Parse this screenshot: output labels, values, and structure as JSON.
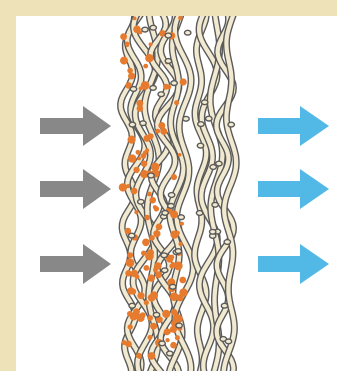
{
  "figure": {
    "description_free": true,
    "colors": {
      "frame": "#ede2b8",
      "panel": "#ffffff",
      "inflow_arrow": "#888888",
      "outflow_arrow": "#52b8e6",
      "fiber_fill": "#f2ead0",
      "fiber_outline": "#5a5a5a",
      "particle": "#e67a2e"
    },
    "icons": [
      "arrow-right-icon",
      "arrow-right-icon",
      "arrow-right-icon"
    ],
    "inflow_arrow_count": 3,
    "outflow_arrow_count": 3,
    "filter_layers": [
      {
        "role": "particle-loaded layer",
        "has_particles": true
      },
      {
        "role": "clean layer",
        "has_particles": false
      }
    ]
  }
}
